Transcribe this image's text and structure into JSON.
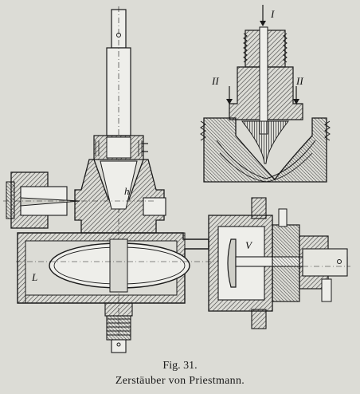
{
  "labels": {
    "inlet_top": "I",
    "inlet_left": "II",
    "inlet_right": "II",
    "h": "h",
    "L": "L",
    "V": "V"
  },
  "caption": {
    "figure_number": "Fig. 31.",
    "title": "Zerstäuber von Priestmann."
  },
  "colors": {
    "paper": "#dcdcd6",
    "ink": "#1a1a1a",
    "hatch": "#3a3a3a"
  }
}
